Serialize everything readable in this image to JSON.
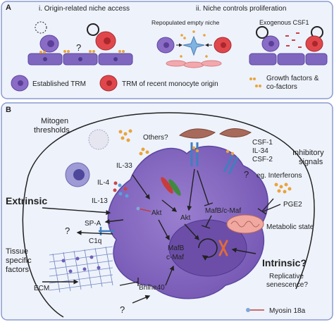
{
  "panel_a": {
    "letter": "A",
    "subtitle_i": "i. Origin-related niche access",
    "subtitle_ii": "ii. Niche controls proliferation",
    "question": "?",
    "repopulated": "Repopulated empty niche",
    "exogenous": "Exogenous CSF1",
    "legend": {
      "established": "Established TRM",
      "recent_line1": "TRM of recent monocyte origin",
      "growth_line1": "Growth factors &",
      "growth_line2": "co-factors"
    }
  },
  "panel_b": {
    "letter": "B",
    "mitogen_line1": "Mitogen",
    "mitogen_line2": "thresholds",
    "inhibitory_line1": "Inhibitory",
    "inhibitory_line2": "signals",
    "others": "Others?",
    "il33": "IL-33",
    "il4": "IL-4",
    "il13": "IL-13",
    "csf1": "CSF-1",
    "il34": "IL-34",
    "csf2": "CSF-2",
    "interferons": "eg. Interferons",
    "pge2": "PGE2",
    "extrinsic": "Extrinsic",
    "akt_mid": "Akt",
    "akt_left": "Akt",
    "mafb_cmaf": "MafB/c-Maf",
    "metabolic": "Metabolic state",
    "spa": "SP-A",
    "c1q": "C1q",
    "mafb": "MafB",
    "cmaf": "c-Maf",
    "intrinsic": "Intrinsic?",
    "replicative_line1": "Replicative",
    "replicative_line2": "senescence?",
    "tissue_line1": "Tissue",
    "tissue_line2": "specific",
    "tissue_line3": "factors",
    "ecm": "ECM",
    "bhlhe40": "Bhlhe40",
    "myosin": "Myosin 18a",
    "q": "?"
  },
  "colors": {
    "panel_bg": "#eef2fb",
    "panel_border": "#8a9bd0",
    "established_cell": "#8a6cc7",
    "recent_cell": "#e0474c",
    "big_cell": "#8464bf",
    "nucleus": "#6c4ea8",
    "growth_factor": "#e9a43a",
    "tissue_cell": "#7f67c0"
  }
}
